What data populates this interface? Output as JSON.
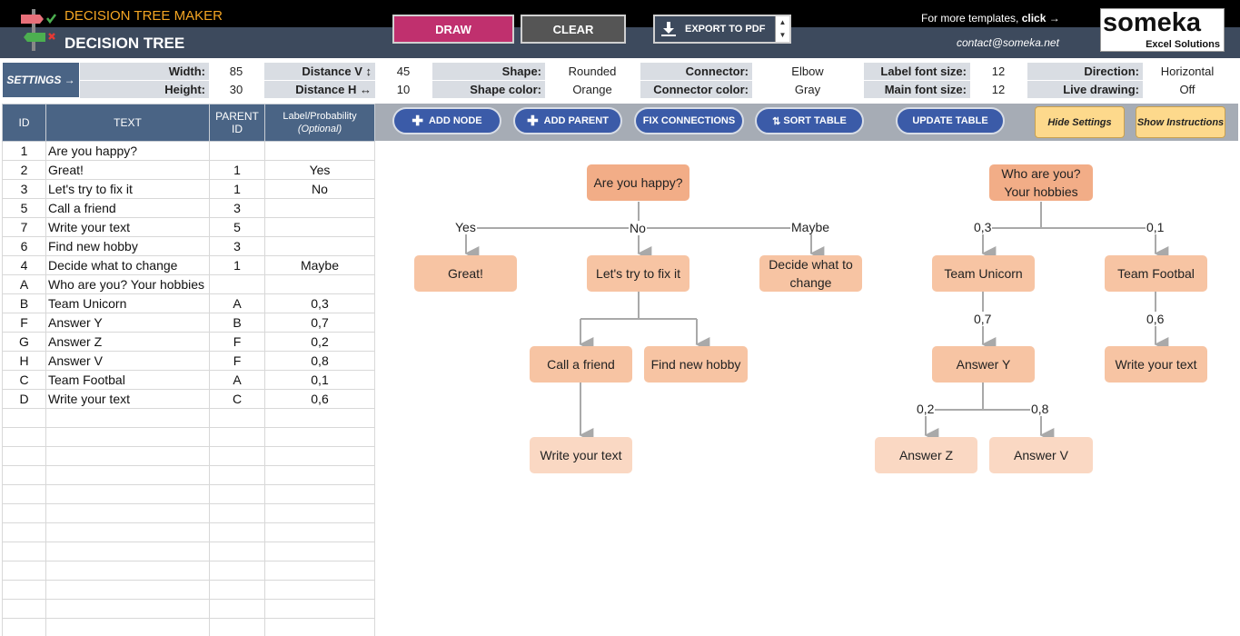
{
  "header": {
    "app_name": "DECISION TREE MAKER",
    "title": "DECISION TREE",
    "draw_label": "DRAW",
    "clear_label": "CLEAR",
    "export_label": "EXPORT TO PDF",
    "more_templates": "For more templates,",
    "click": "click →",
    "contact": "contact@someka.net",
    "brand": "someka",
    "brand_sub": "Excel Solutions"
  },
  "settings": {
    "label": "SETTINGS →",
    "width_label": "Width:",
    "width": "85",
    "height_label": "Height:",
    "height": "30",
    "distv_label": "Distance V ↕",
    "distv": "45",
    "disth_label": "Distance H ↔",
    "disth": "10",
    "shape_label": "Shape:",
    "shape": "Rounded",
    "shape_color_label": "Shape color:",
    "shape_color": "Orange",
    "connector_label": "Connector:",
    "connector": "Elbow",
    "connector_color_label": "Connector color:",
    "connector_color": "Gray",
    "label_font_label": "Label font size:",
    "label_font": "12",
    "main_font_label": "Main font size:",
    "main_font": "12",
    "direction_label": "Direction:",
    "direction": "Horizontal",
    "live_label": "Live drawing:",
    "live": "Off"
  },
  "table": {
    "col_id": "ID",
    "col_text": "TEXT",
    "col_parent": "PARENT",
    "col_parent2": "ID",
    "col_label": "Label/Probability",
    "col_label2": "(Optional)",
    "rows": [
      {
        "id": "1",
        "text": "Are you happy?",
        "parent": "",
        "label": ""
      },
      {
        "id": "2",
        "text": "Great!",
        "parent": "1",
        "label": "Yes"
      },
      {
        "id": "3",
        "text": "Let's try to fix it",
        "parent": "1",
        "label": "No"
      },
      {
        "id": "5",
        "text": "Call a friend",
        "parent": "3",
        "label": ""
      },
      {
        "id": "7",
        "text": "Write your text",
        "parent": "5",
        "label": ""
      },
      {
        "id": "6",
        "text": "Find new hobby",
        "parent": "3",
        "label": ""
      },
      {
        "id": "4",
        "text": "Decide what to change",
        "parent": "1",
        "label": "Maybe"
      },
      {
        "id": "A",
        "text": "Who are you? Your hobbies",
        "parent": "",
        "label": ""
      },
      {
        "id": "B",
        "text": "Team Unicorn",
        "parent": "A",
        "label": "0,3"
      },
      {
        "id": "F",
        "text": "Answer Y",
        "parent": "B",
        "label": "0,7"
      },
      {
        "id": "G",
        "text": "Answer Z",
        "parent": "F",
        "label": "0,2"
      },
      {
        "id": "H",
        "text": "Answer V",
        "parent": "F",
        "label": "0,8"
      },
      {
        "id": "C",
        "text": "Team Footbal",
        "parent": "A",
        "label": "0,1"
      },
      {
        "id": "D",
        "text": "Write your text",
        "parent": "C",
        "label": "0,6"
      }
    ]
  },
  "toolbar": {
    "add_node": "ADD NODE",
    "add_parent": "ADD PARENT",
    "fix_connections": "FIX CONNECTIONS",
    "sort_table": "SORT TABLE",
    "update_table": "UPDATE TABLE",
    "hide_settings": "Hide Settings",
    "show_instructions": "Show Instructions"
  },
  "diagram": {
    "nodes": {
      "n1": "Are you happy?",
      "n2": "Great!",
      "n3": "Let's try to fix it",
      "n4a": "Decide what to",
      "n4b": "change",
      "n5": "Call a friend",
      "n6": "Find new hobby",
      "n7": "Write your text",
      "nAa": "Who are you?",
      "nAb": "Your hobbies",
      "nB": "Team Unicorn",
      "nC": "Team Footbal",
      "nF": "Answer Y",
      "nD": "Write your text",
      "nG": "Answer Z",
      "nH": "Answer V"
    },
    "labels": {
      "yes": "Yes",
      "no": "No",
      "maybe": "Maybe",
      "p03": "0,3",
      "p01": "0,1",
      "p07": "0,7",
      "p06": "0,6",
      "p02": "0,2",
      "p08": "0,8"
    },
    "colors": {
      "node": "#f7c4a3",
      "node_dark": "#f2ad87",
      "node_light": "#fad8c3",
      "connector": "#a9a9a9"
    }
  }
}
